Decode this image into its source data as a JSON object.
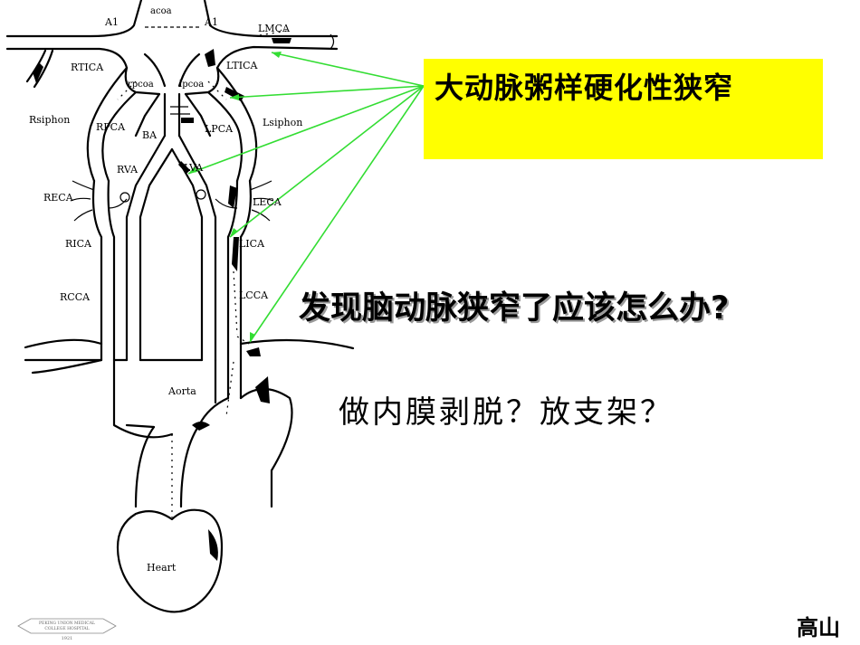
{
  "labels": {
    "acoa": "acoa",
    "a1_left": "A1",
    "a1_right": "A1",
    "lmca": "LMCA",
    "rtica": "RTICA",
    "ltica": "LTICA",
    "rpcoa": "rpcoa",
    "lpcoa": "lpcoa",
    "rsiphon": "Rsiphon",
    "lsiphon": "Lsiphon",
    "rpca": "RPCA",
    "lpca": "LPCA",
    "ba": "BA",
    "rva": "RVA",
    "lva": "LVA",
    "reca": "RECA",
    "leca": "LECA",
    "rica": "RICA",
    "lica": "LICA",
    "rcca": "RCCA",
    "lcca": "LCCA",
    "aorta": "Aorta",
    "heart": "Heart"
  },
  "callout": {
    "text": "大动脉粥样硬化性狭窄",
    "background": "#ffff00"
  },
  "question": "发现脑动脉狭窄了应该怎么办?",
  "options": "做内膜剥脱？放支架？",
  "author": "高山",
  "logo": {
    "line1": "PEKING UNION MEDICAL",
    "line2": "COLLEGE HOSPITAL",
    "year": "1921"
  },
  "colors": {
    "arrow": "#33dd33",
    "vessel": "#000000"
  }
}
